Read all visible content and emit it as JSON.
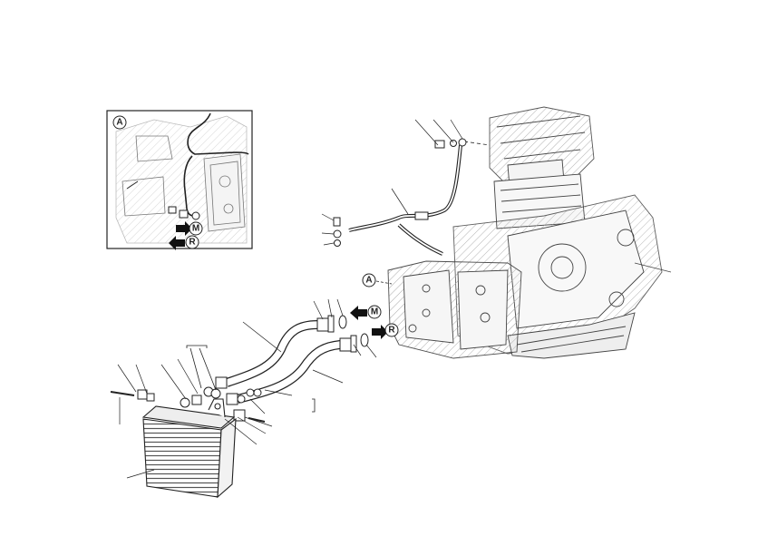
{
  "callouts": {
    "inset_view": "A",
    "main_view": "A",
    "inset_m": "M",
    "inset_r": "R",
    "main_m": "M",
    "main_r": "R"
  },
  "colors": {
    "line": "#222222",
    "hatch": "#999999",
    "arrow": "#111111",
    "background": "#ffffff"
  }
}
